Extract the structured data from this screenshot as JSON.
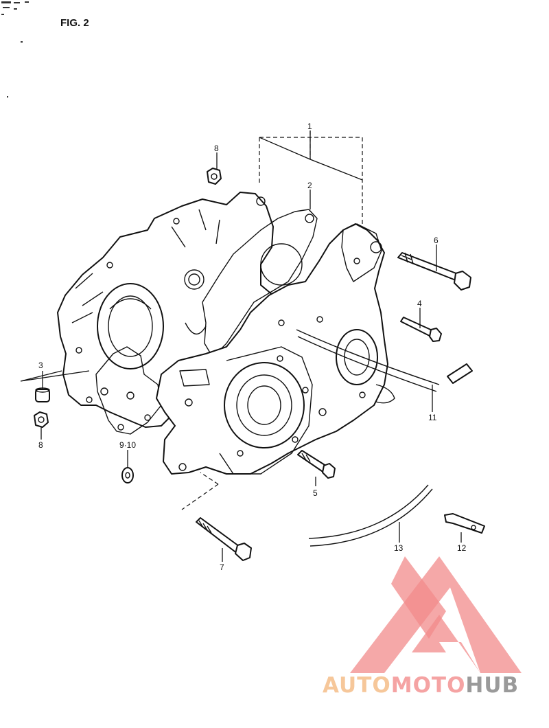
{
  "figure": {
    "title": "FIG. 2"
  },
  "callouts": [
    {
      "id": "c1-top",
      "label": "1"
    },
    {
      "id": "c2",
      "label": "2"
    },
    {
      "id": "c3",
      "label": "3"
    },
    {
      "id": "c4",
      "label": "4"
    },
    {
      "id": "c5",
      "label": "5"
    },
    {
      "id": "c6",
      "label": "6"
    },
    {
      "id": "c7",
      "label": "7"
    },
    {
      "id": "c8-top",
      "label": "8"
    },
    {
      "id": "c8-left",
      "label": "8"
    },
    {
      "id": "c9-10",
      "label": "9·10"
    },
    {
      "id": "c11",
      "label": "11"
    },
    {
      "id": "c12",
      "label": "12"
    },
    {
      "id": "c13",
      "label": "13"
    }
  ],
  "watermark": {
    "part1": "AUTO",
    "part2": "MOTO",
    "part3": "HUB",
    "colors": {
      "auto": "#f6c79a",
      "moto": "#f5a3a3",
      "hub": "#9a9a9a",
      "logo": "#f28b8b"
    }
  }
}
